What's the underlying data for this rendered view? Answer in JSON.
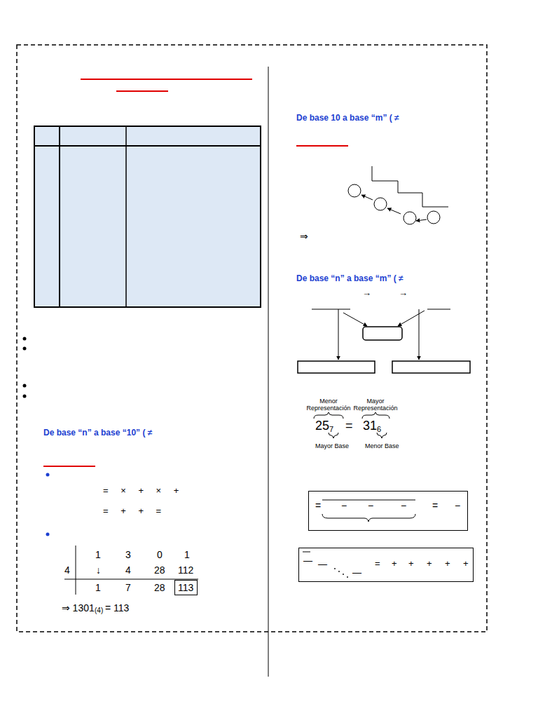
{
  "diagram": {
    "nodes": [
      {
        "text": [
          "113"
        ]
      },
      {
        "text": [
          "=",
          "−",
          "−",
          "−",
          "=",
          "−"
        ]
      },
      {
        "text": [
          "—",
          "—",
          "—",
          "=",
          "+",
          "+",
          "+",
          "+",
          "+"
        ]
      }
    ],
    "labels": [
      "De base “n” a base “10” ( ≠",
      "= × + × +",
      "= + + =",
      "1",
      "3",
      "0",
      "1",
      "4",
      "↓",
      "4",
      "28",
      "112",
      "1",
      "7",
      "28",
      "⇒ 1301",
      "(4)",
      "= 113",
      "De base 10 a base “m” ( ≠",
      "⇒",
      "De base “n” a base “m” ( ≠",
      "→",
      "→",
      "Menor Representación",
      "Mayor Representación",
      "25",
      "7",
      "=",
      "31",
      "6",
      "Mayor Base",
      "Menor Base"
    ]
  }
}
